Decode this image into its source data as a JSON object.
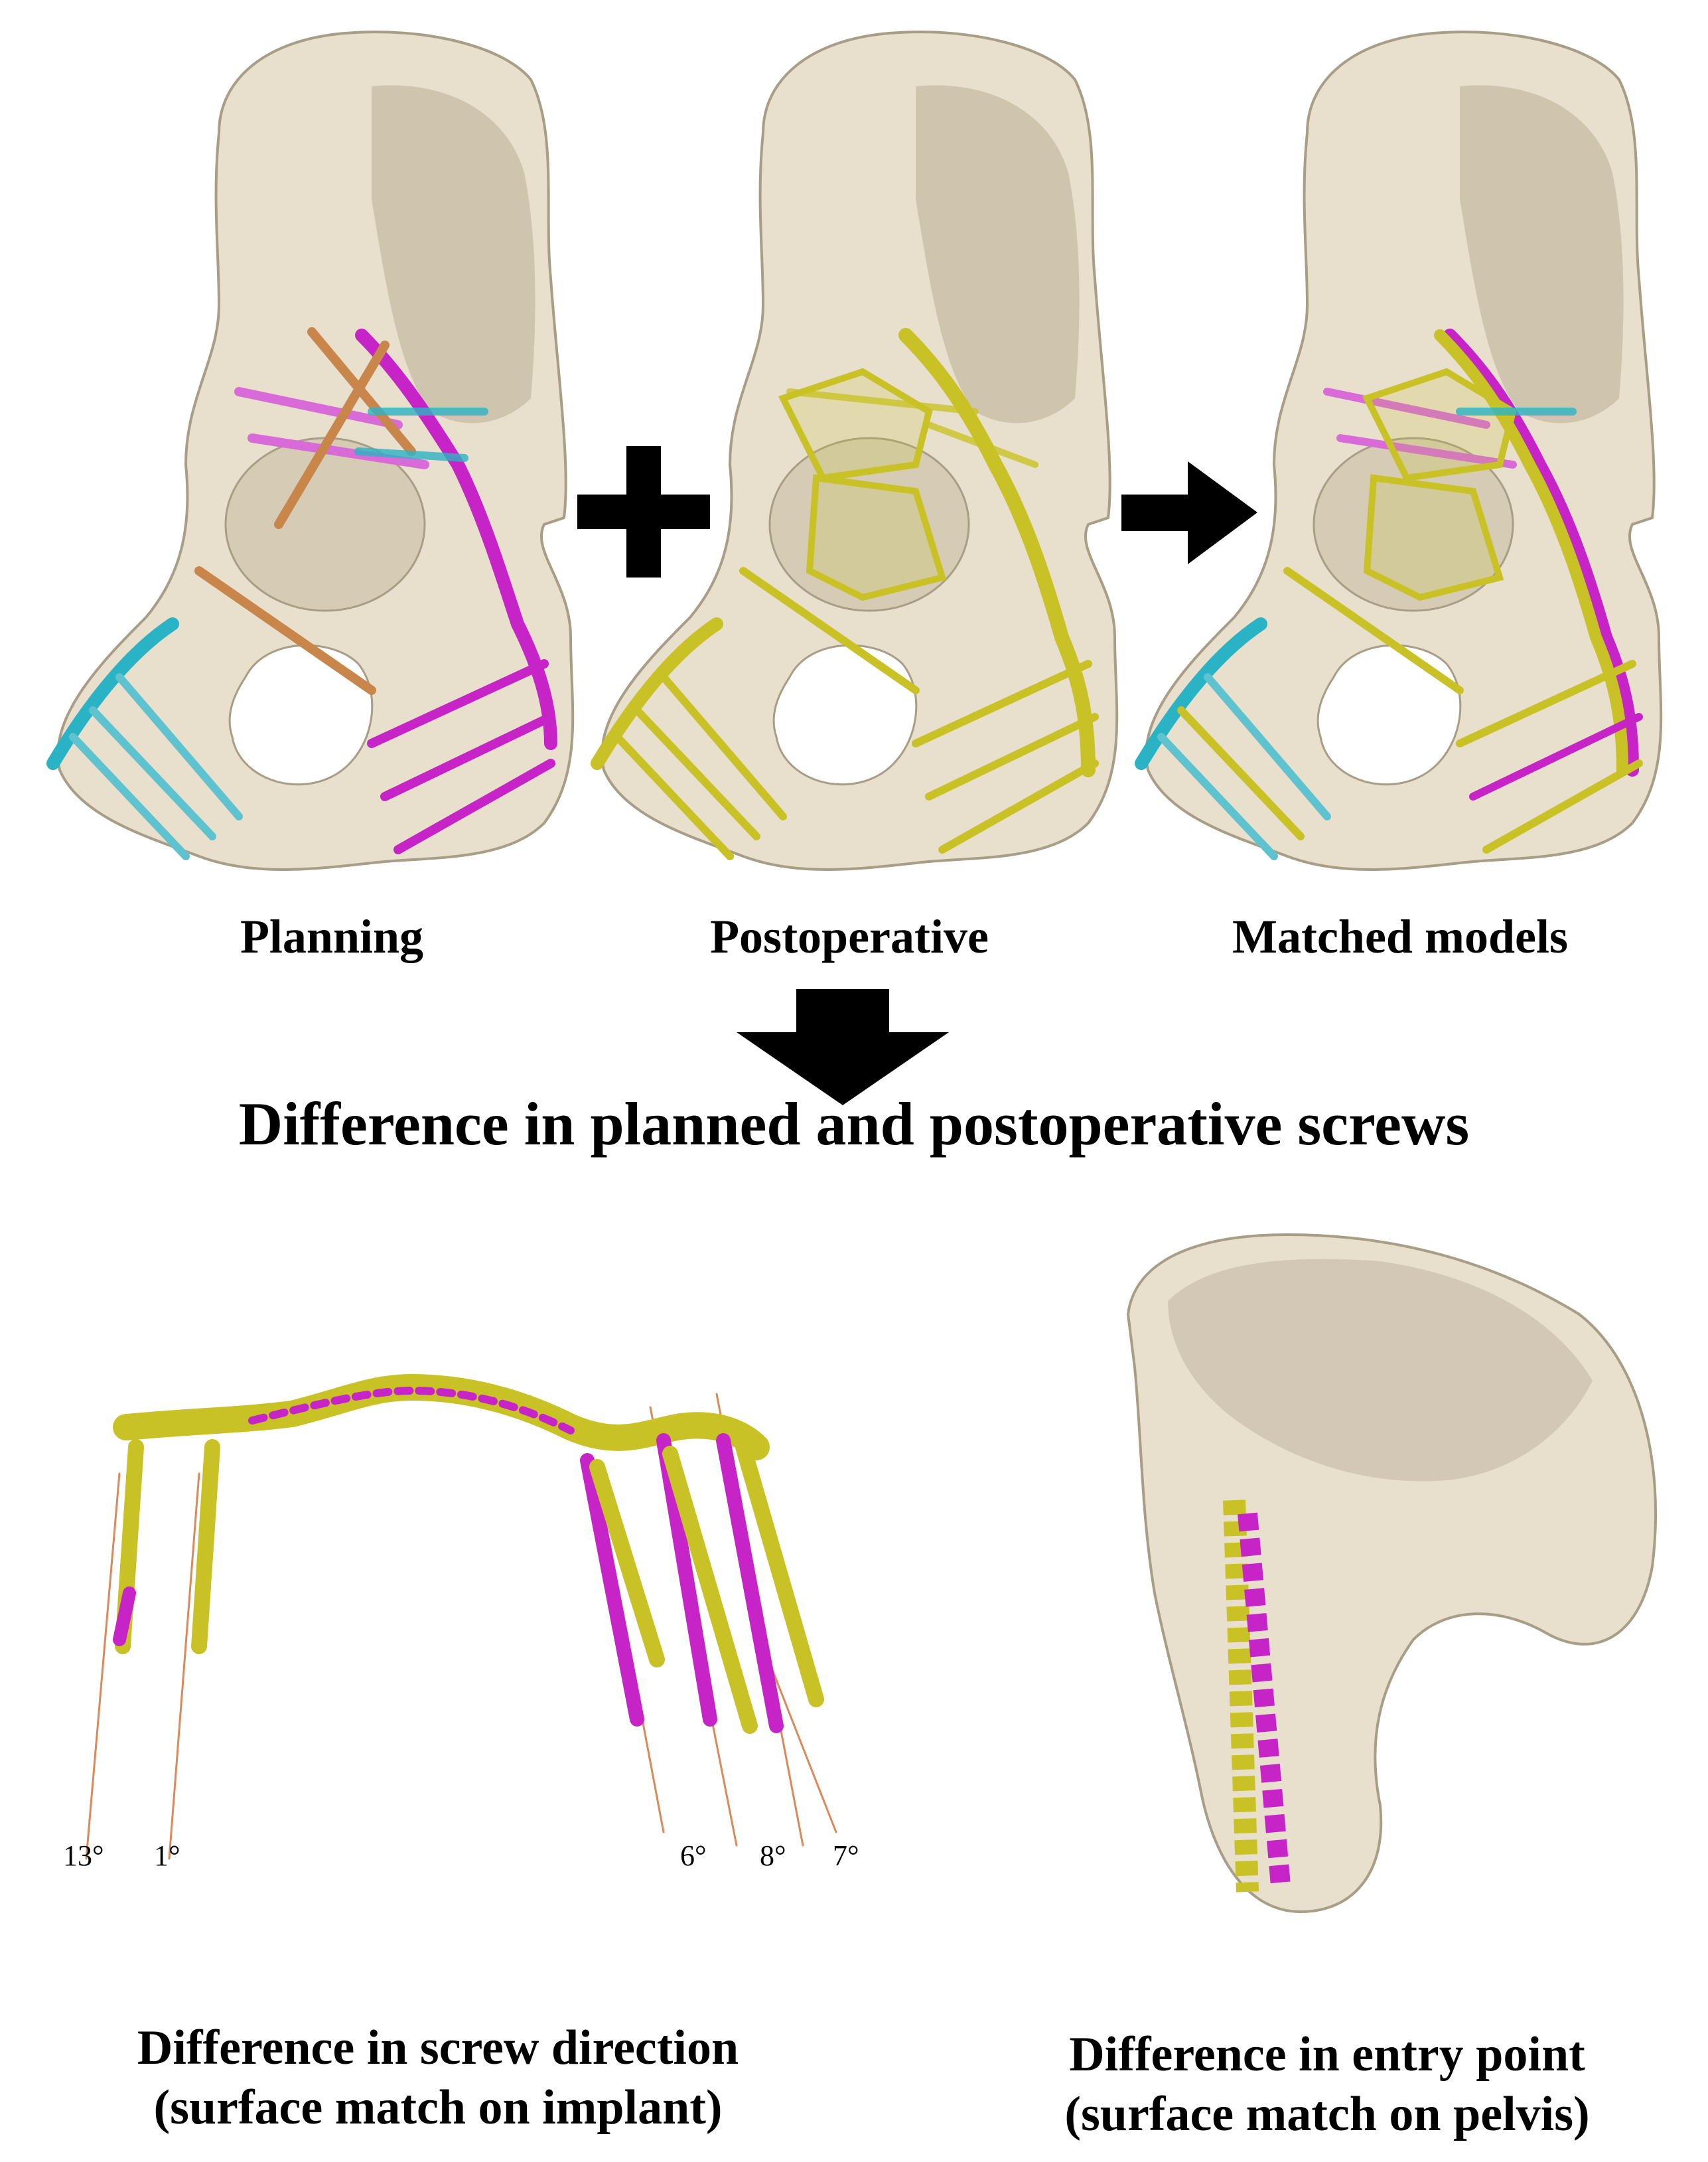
{
  "panels": {
    "planning_label": "Planning",
    "postoperative_label": "Postoperative",
    "matched_label": "Matched models"
  },
  "title": "Difference in planned and postoperative screws",
  "bottom": {
    "left_caption_line1": "Difference in screw direction",
    "left_caption_line2": "(surface match on implant)",
    "right_caption_line1": "Difference in entry point",
    "right_caption_line2": "(surface match on pelvis)",
    "angles": [
      "13°",
      "1°",
      "6°",
      "8°",
      "7°"
    ]
  },
  "colors": {
    "bone": "#e8dfcc",
    "bone_shadow": "#b9ae98",
    "planned_magenta": "#c724c7",
    "planned_cyan": "#2ab3c4",
    "planned_orange": "#c8864a",
    "postop_yellow": "#c9c226",
    "arrow": "#000000",
    "angle_line": "#d9895a"
  }
}
